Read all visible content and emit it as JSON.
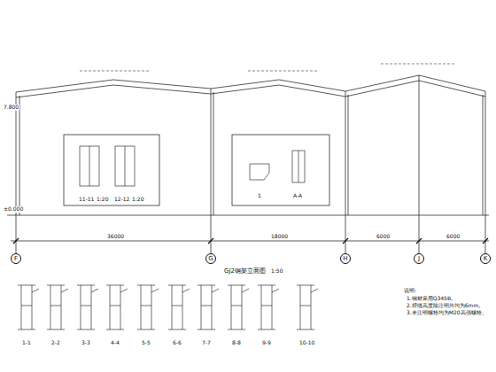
{
  "diagram": {
    "nodes": [
      {
        "text": [
          "F"
        ]
      },
      {
        "text": [
          "G"
        ]
      },
      {
        "text": [
          "H"
        ]
      },
      {
        "text": [
          "J"
        ]
      },
      {
        "text": [
          "K"
        ]
      }
    ],
    "labels": [
      "11-11",
      "1:20",
      "12-12",
      "1:20",
      "1",
      "A-A",
      "GJ2钢架立面图",
      "1:50",
      "1-1",
      "2-2",
      "3-3",
      "4-4",
      "5-5",
      "6-6",
      "7-7",
      "8-8",
      "9-9",
      "10-10",
      "说明:",
      "1.钢材采用Q345B。",
      "2.焊缝高度除注明外均为6mm。",
      "3.未注明螺栓均为M20高强螺栓。",
      "±0.000",
      "7.800",
      "36000",
      "18000",
      "6000",
      "6000"
    ]
  }
}
